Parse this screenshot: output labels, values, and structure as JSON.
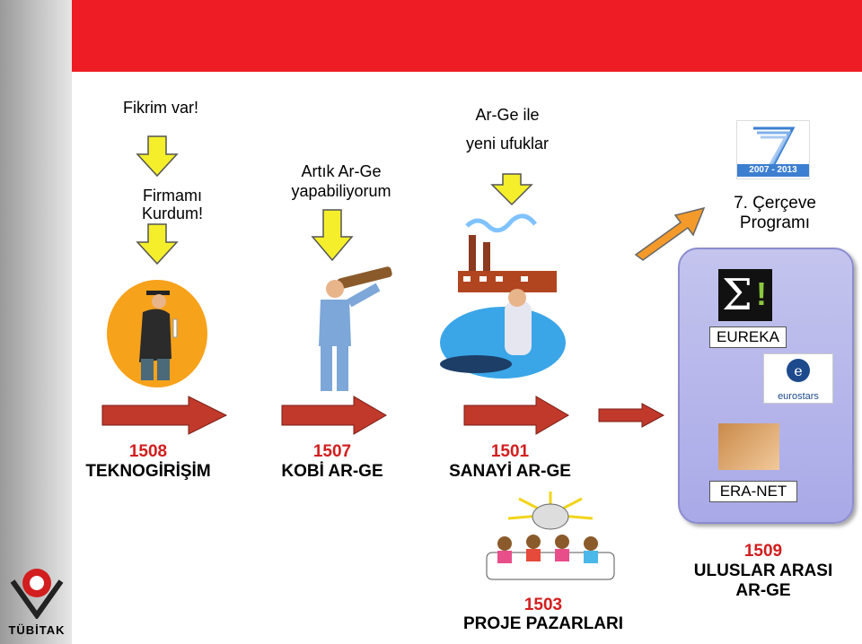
{
  "top_labels": {
    "fikrim": "Fikrim var!",
    "firmami": "Firmamı\nKurdum!",
    "artik": "Artık Ar-Ge\nyapabiliyorum",
    "arge_ile": "Ar-Ge ile",
    "yeni": "yeni ufuklar",
    "cerceve": "7. Çerçeve\nProgramı"
  },
  "fp7_logo": {
    "years": "2007 - 2013"
  },
  "programs": [
    {
      "code": "1508",
      "name": "TEKNOGİRİŞİM"
    },
    {
      "code": "1507",
      "name": "KOBİ AR-GE"
    },
    {
      "code": "1501",
      "name": "SANAYİ AR-GE"
    },
    {
      "code": "1503",
      "name": "PROJE PAZARLARI"
    },
    {
      "code": "1509",
      "name": "ULUSLAR ARASI\nAR-GE"
    }
  ],
  "panel": {
    "eureka": "EUREKA",
    "eurostars": "eurostars",
    "eranet": "ERA-NET"
  },
  "tubitak": "TÜBİTAK",
  "colors": {
    "topbar": "#ee1c25",
    "arrow": "#c0392b",
    "yellow_arrow": "#f4ef2a",
    "orange_arrow": "#f39a2b",
    "panel": "#b5b5ea"
  }
}
